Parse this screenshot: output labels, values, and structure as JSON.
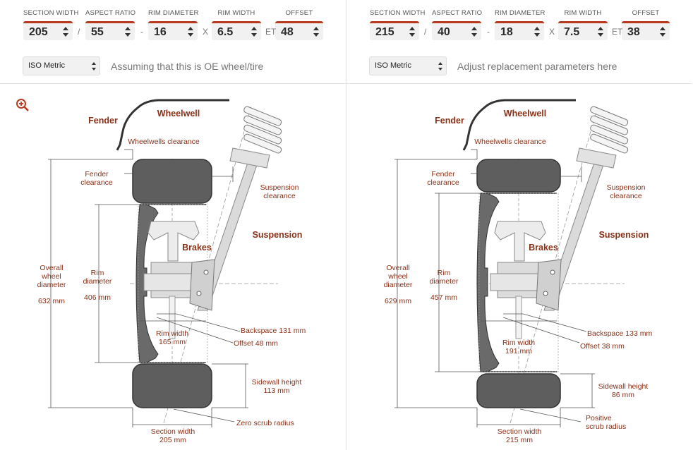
{
  "left": {
    "fields": [
      {
        "label": "SECTION WIDTH",
        "value": "205"
      },
      {
        "label": "ASPECT RATIO",
        "value": "55"
      },
      {
        "label": "RIM DIAMETER",
        "value": "16"
      },
      {
        "label": "RIM WIDTH",
        "value": "6.5"
      },
      {
        "label": "OFFSET",
        "value": "48"
      }
    ],
    "separators": [
      "/",
      "-",
      "X",
      "ET"
    ],
    "unit_system": "ISO Metric",
    "hint": "Assuming that this is OE wheel/tire",
    "diagram": {
      "fender": "Fender",
      "wheelwell": "Wheelwell",
      "wheelwells_clearance": "Wheelwells clearance",
      "fender_clearance": [
        "Fender",
        "clearance"
      ],
      "suspension_clearance": [
        "Suspension",
        "clearance"
      ],
      "suspension": "Suspension",
      "brakes": "Brakes",
      "overall_wheel_diameter": [
        "Overall",
        "wheel",
        "diameter"
      ],
      "overall_wheel_diameter_value": "632 mm",
      "rim_diameter": [
        "Rim",
        "diameter"
      ],
      "rim_diameter_value": "406 mm",
      "rim_width": [
        "Rim width",
        "165 mm"
      ],
      "backspace": "Backspace 131 mm",
      "offset": "Offset 48 mm",
      "sidewall_height": [
        "Sidewall height",
        "113 mm"
      ],
      "scrub_radius": [
        "Zero scrub radius"
      ],
      "section_width": [
        "Section width",
        "205 mm"
      ]
    }
  },
  "right": {
    "fields": [
      {
        "label": "SECTION WIDTH",
        "value": "215"
      },
      {
        "label": "ASPECT RATIO",
        "value": "40"
      },
      {
        "label": "RIM DIAMETER",
        "value": "18"
      },
      {
        "label": "RIM WIDTH",
        "value": "7.5"
      },
      {
        "label": "OFFSET",
        "value": "38"
      }
    ],
    "separators": [
      "/",
      "-",
      "X",
      "ET"
    ],
    "unit_system": "ISO Metric",
    "hint": "Adjust replacement parameters here",
    "diagram": {
      "fender": "Fender",
      "wheelwell": "Wheelwell",
      "wheelwells_clearance": "Wheelwells clearance",
      "fender_clearance": [
        "Fender",
        "clearance"
      ],
      "suspension_clearance": [
        "Suspension",
        "clearance"
      ],
      "suspension": "Suspension",
      "brakes": "Brakes",
      "overall_wheel_diameter": [
        "Overall",
        "wheel",
        "diameter"
      ],
      "overall_wheel_diameter_value": "629 mm",
      "rim_diameter": [
        "Rim",
        "diameter"
      ],
      "rim_diameter_value": "457 mm",
      "rim_width": [
        "Rim width",
        "191 mm"
      ],
      "backspace": "Backspace 133 mm",
      "offset": "Offset 38 mm",
      "sidewall_height": [
        "Sidewall height",
        "86 mm"
      ],
      "scrub_radius": [
        "Positive",
        "scrub radius"
      ],
      "section_width": [
        "Section width",
        "215 mm"
      ]
    }
  },
  "colors": {
    "accent": "#b83a1e",
    "label": "#8a3017",
    "tire": "#5e5e5e",
    "wheel": "#dcdcdc",
    "line": "#555555"
  },
  "icons": {
    "zoom": "zoom-in-icon",
    "spinner": "spinner-arrows-icon",
    "select": "select-arrows-icon"
  }
}
